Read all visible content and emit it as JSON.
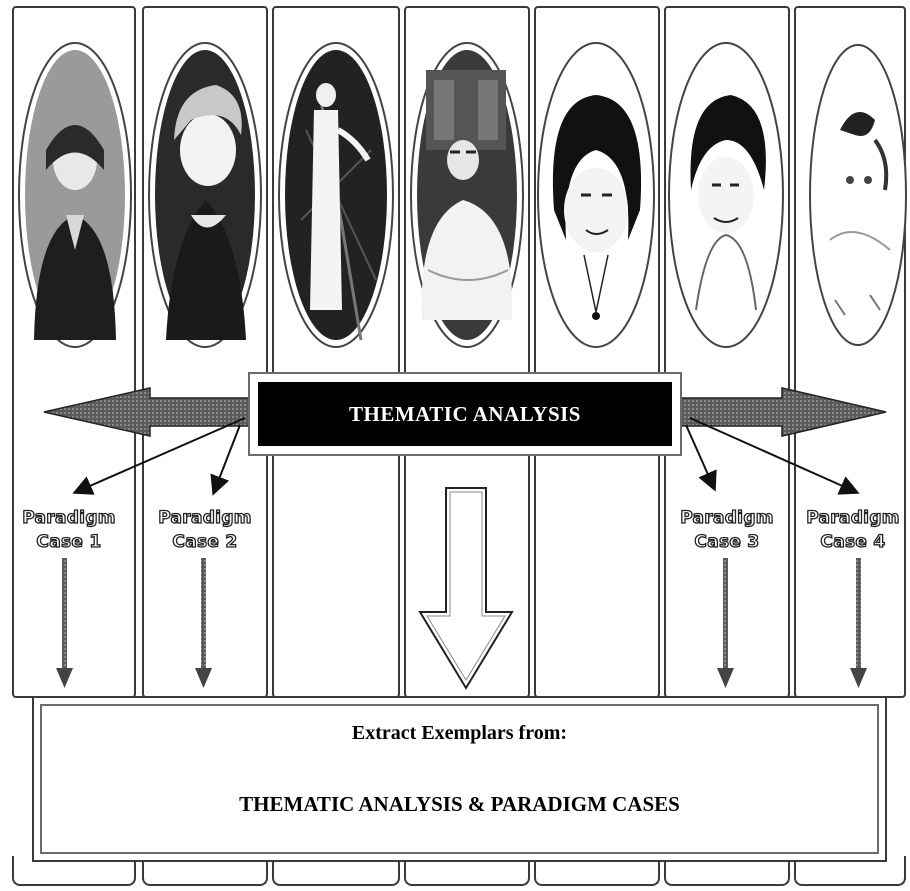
{
  "portraits": [
    {
      "icon": "woman-portrait-1"
    },
    {
      "icon": "woman-portrait-2"
    },
    {
      "icon": "woman-portrait-3"
    },
    {
      "icon": "woman-portrait-4"
    },
    {
      "icon": "woman-portrait-5"
    },
    {
      "icon": "woman-portrait-6"
    },
    {
      "icon": "woman-portrait-7"
    }
  ],
  "center_label": "THEMATIC ANALYSIS",
  "paradigm_cases": [
    {
      "line1": "Paradigm",
      "line2": "Case 1"
    },
    {
      "line1": "Paradigm",
      "line2": "Case 2"
    },
    {
      "line1": "Paradigm",
      "line2": "Case 3"
    },
    {
      "line1": "Paradigm",
      "line2": "Case 4"
    }
  ],
  "bottom_box": {
    "line1": "Extract Exemplars from:",
    "line2": "THEMATIC ANALYSIS & PARADIGM CASES"
  },
  "colors": {
    "label_bg": "#000000",
    "label_text": "#ffffff",
    "line": "#3a3a3a"
  }
}
